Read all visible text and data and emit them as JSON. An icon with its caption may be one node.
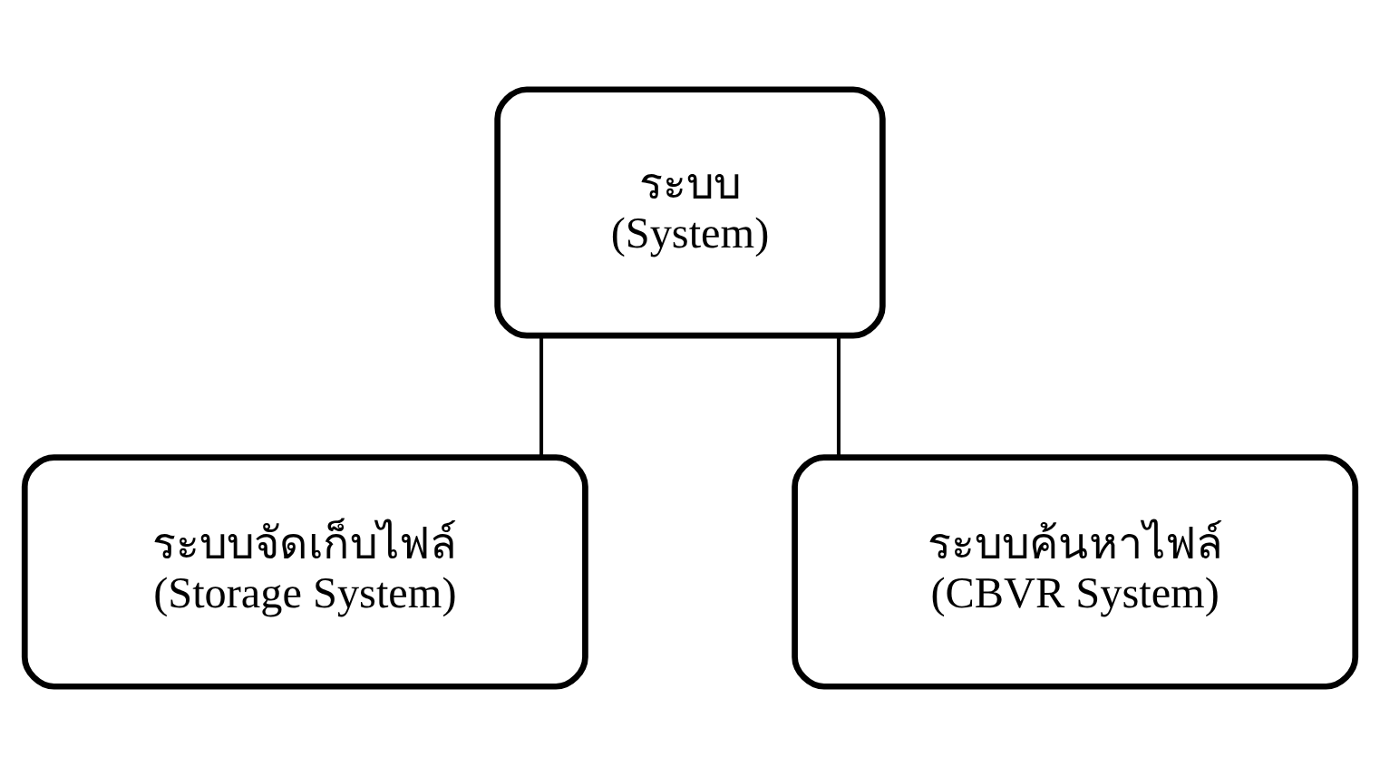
{
  "diagram": {
    "nodes": [
      {
        "text": [
          "ระบบ",
          "(System)"
        ]
      },
      {
        "text": [
          "ระบบจัดเก็บไฟล์",
          "(Storage System)"
        ]
      },
      {
        "text": [
          "ระบบค้นหาไฟล์",
          "(CBVR System)"
        ]
      }
    ],
    "edges": [
      {
        "from": 0,
        "to": 1,
        "arrow": "none"
      },
      {
        "from": 0,
        "to": 2,
        "arrow": "none"
      }
    ]
  }
}
